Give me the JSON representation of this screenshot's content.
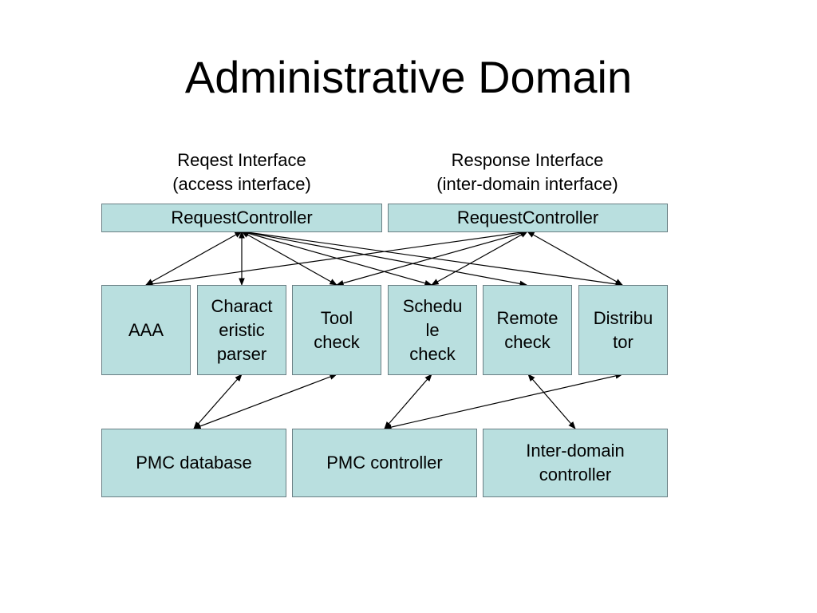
{
  "slide": {
    "title": "Administrative Domain"
  },
  "interfaces": {
    "request": {
      "line1": "Reqest Interface",
      "line2": "(access interface)"
    },
    "response": {
      "line1": "Response Interface",
      "line2": "(inter-domain interface)"
    }
  },
  "controllers": {
    "left": {
      "label": "RequestController"
    },
    "right": {
      "label": "RequestController"
    }
  },
  "modules": {
    "aaa": {
      "lines": [
        "AAA"
      ]
    },
    "characteristic_parser": {
      "lines": [
        "Charact",
        "eristic",
        "parser"
      ]
    },
    "tool_check": {
      "lines": [
        "Tool",
        "check"
      ]
    },
    "schedule_check": {
      "lines": [
        "Schedu",
        "le",
        "check"
      ]
    },
    "remote_check": {
      "lines": [
        "Remote",
        "check"
      ]
    },
    "distributor": {
      "lines": [
        "Distribu",
        "tor"
      ]
    }
  },
  "backends": {
    "pmc_database": {
      "lines": [
        "PMC database"
      ]
    },
    "pmc_controller": {
      "lines": [
        "PMC controller"
      ]
    },
    "inter_domain_controller": {
      "lines": [
        "Inter-domain",
        "controller"
      ]
    }
  },
  "colors": {
    "box_fill": "#b9dfdf",
    "box_border": "#6a7f84",
    "arrow": "#000000"
  }
}
